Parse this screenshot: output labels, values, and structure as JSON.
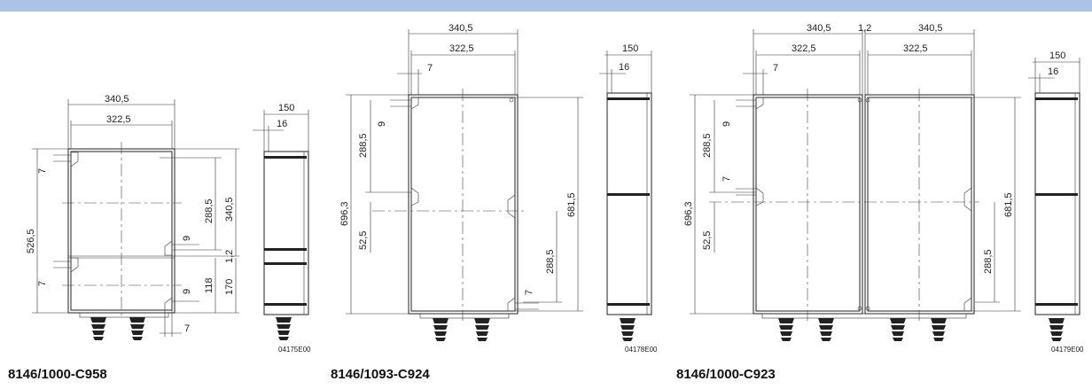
{
  "colors": {
    "top_bar": "#a9c4e6",
    "line": "#222222"
  },
  "drawings": [
    {
      "model": "8146/1000-C958",
      "ref": "04175E00",
      "dims": [
        "340,5",
        "322,5",
        "7",
        "7",
        "526,5",
        "288,5",
        "340,5",
        "9",
        "1,2",
        "9",
        "118",
        "170",
        "7",
        "150",
        "16"
      ]
    },
    {
      "model": "8146/1093-C924",
      "ref": "04178E00",
      "dims": [
        "340,5",
        "322,5",
        "7",
        "9",
        "288,5",
        "696,3",
        "52,5",
        "681,5",
        "288,5",
        "7",
        "150",
        "16"
      ]
    },
    {
      "model": "8146/1000-C923",
      "ref": "04179E00",
      "dims": [
        "340,5",
        "1,2",
        "340,5",
        "322,5",
        "322,5",
        "7",
        "9",
        "288,5",
        "7",
        "696,3",
        "52,5",
        "681,5",
        "288,5",
        "150",
        "16"
      ]
    }
  ]
}
